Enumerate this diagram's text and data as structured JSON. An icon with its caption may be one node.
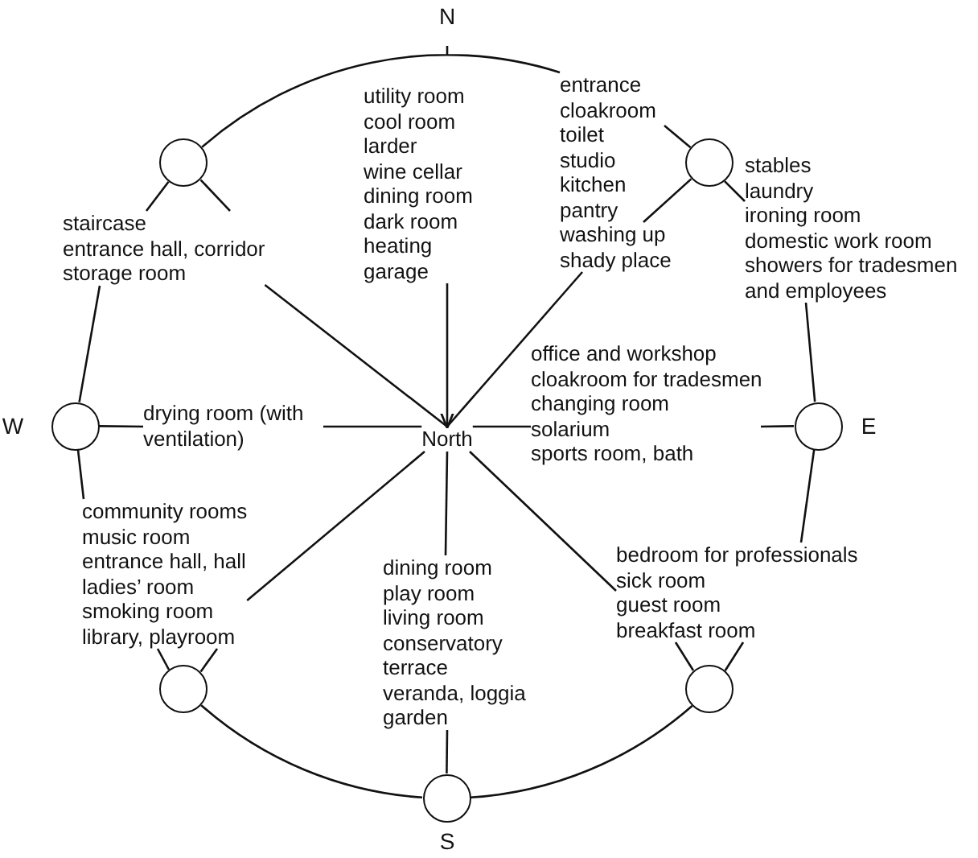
{
  "diagram": {
    "nodes": [
      {
        "text": [
          "utility room",
          "cool room",
          "larder",
          "wine cellar",
          "dining room",
          "dark room",
          "heating",
          "garage"
        ]
      },
      {
        "text": [
          "entrance",
          "cloakroom",
          "toilet",
          "studio",
          "kitchen",
          "pantry",
          "washing up",
          "shady place"
        ]
      },
      {
        "text": [],
        "shape": "circle"
      },
      {
        "text": [],
        "shape": "circle"
      },
      {
        "text": [
          "staircase",
          "entrance hall, corridor",
          "storage room"
        ]
      },
      {
        "text": [
          "stables",
          "laundry",
          "ironing room",
          "domestic work room",
          "showers for tradesmen and employees"
        ]
      },
      {
        "text": [
          "office and workshop",
          "cloakroom for tradesmen",
          "changing room",
          "solarium",
          "sports room, bath"
        ]
      },
      {
        "text": [],
        "shape": "circle",
        "beside": [
          "W"
        ]
      },
      {
        "text": [
          "drying room (with ventilation)"
        ]
      },
      {
        "text": [
          "North"
        ]
      },
      {
        "text": [],
        "shape": "circle",
        "beside": [
          "E"
        ]
      },
      {
        "text": [
          "community rooms",
          "music room",
          "entrance hall, hall",
          "ladies’ room",
          "smoking room",
          "library, playroom"
        ]
      },
      {
        "text": [
          "dining room",
          "play room",
          "living room",
          "conservatory",
          "terrace",
          "veranda, loggia",
          "garden"
        ]
      },
      {
        "text": [
          "bedroom for professionals",
          "sick room",
          "guest room",
          "breakfast room"
        ]
      },
      {
        "text": [],
        "shape": "circle"
      },
      {
        "text": [],
        "shape": "circle"
      },
      {
        "text": [],
        "shape": "circle",
        "beside": [
          "S"
        ]
      }
    ],
    "edges": [
      {
        "from": 2,
        "to": 4,
        "arrow": "none"
      },
      {
        "from": 2,
        "to": 4,
        "arrow": "none"
      },
      {
        "from": 3,
        "to": 1,
        "arrow": "none"
      },
      {
        "from": 3,
        "to": 1,
        "arrow": "none"
      },
      {
        "from": 3,
        "to": 5,
        "arrow": "none"
      },
      {
        "from": 7,
        "to": 4,
        "arrow": "none"
      },
      {
        "from": 7,
        "to": 8,
        "arrow": "none"
      },
      {
        "from": 7,
        "to": 11,
        "arrow": "none"
      },
      {
        "from": 10,
        "to": 5,
        "arrow": "none"
      },
      {
        "from": 10,
        "to": 6,
        "arrow": "none"
      },
      {
        "from": 10,
        "to": 13,
        "arrow": "none"
      },
      {
        "from": 14,
        "to": 11,
        "arrow": "none"
      },
      {
        "from": 14,
        "to": 11,
        "arrow": "none"
      },
      {
        "from": 15,
        "to": 13,
        "arrow": "none"
      },
      {
        "from": 15,
        "to": 13,
        "arrow": "none"
      },
      {
        "from": 16,
        "to": 12,
        "arrow": "none"
      },
      {
        "from": 2,
        "to": 1,
        "arrow": "none"
      },
      {
        "from": 14,
        "to": 16,
        "arrow": "none"
      },
      {
        "from": 16,
        "to": 15,
        "arrow": "none"
      },
      {
        "from": 9,
        "to": 4,
        "arrow": "none"
      },
      {
        "from": 0,
        "to": 9,
        "arrow": "to"
      },
      {
        "from": 9,
        "to": 1,
        "arrow": "none"
      },
      {
        "from": 9,
        "to": 8,
        "arrow": "none"
      },
      {
        "from": 9,
        "to": 6,
        "arrow": "none"
      },
      {
        "from": 9,
        "to": 11,
        "arrow": "none"
      },
      {
        "from": 9,
        "to": 12,
        "arrow": "none"
      },
      {
        "from": 9,
        "to": 13,
        "arrow": "none"
      }
    ],
    "labels": [
      "N"
    ]
  }
}
